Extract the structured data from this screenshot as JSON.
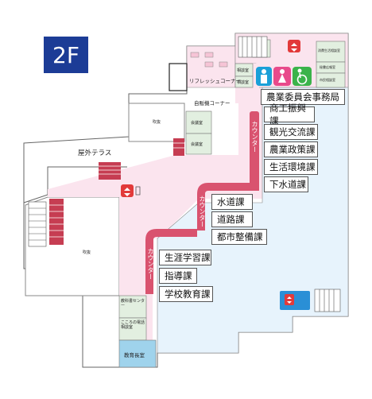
{
  "floor": {
    "label": "2F"
  },
  "rooms": {
    "refresh_corner": "リフレッシュコーナー",
    "vending": "自販機コーナー",
    "soudan_top": "相談室",
    "soudan_right": "相談室",
    "outdoor_terrace": "屋外テラス",
    "atrium_upper": "吹抜",
    "atrium_lower": "吹抜",
    "meeting_room_1": "会議室",
    "meeting_room_2": "会議室",
    "fire_room": "消費生活相談室",
    "shichoushitsu": "秘書広報室",
    "mayor_room": "市民相談室",
    "textbook_center": "教科書センター",
    "kokoro_room": "こころの電話相談室",
    "kyouikuchou": "教育長室"
  },
  "counters": {
    "c1": "カウンター",
    "c2": "カウンター",
    "c3": "カウンター"
  },
  "departments": [
    "農業委員会事務局",
    "商工振興課",
    "観光交流課",
    "農業政策課",
    "生活環境課",
    "下水道課",
    "水道課",
    "道路課",
    "都市整備課",
    "生涯学習課",
    "指導課",
    "学校教育課"
  ],
  "colors": {
    "hall_pink": "#fbe4ee",
    "office_blue": "#e7f3fc",
    "counter_red": "#d9536f",
    "room_green": "#e2efe0",
    "badge_blue": "#1c3c96",
    "stairs_red": "#c63d52"
  },
  "icons": [
    "elevator-icon",
    "male-toilet-icon",
    "female-toilet-icon",
    "accessible-toilet-icon",
    "stairs-icon"
  ]
}
